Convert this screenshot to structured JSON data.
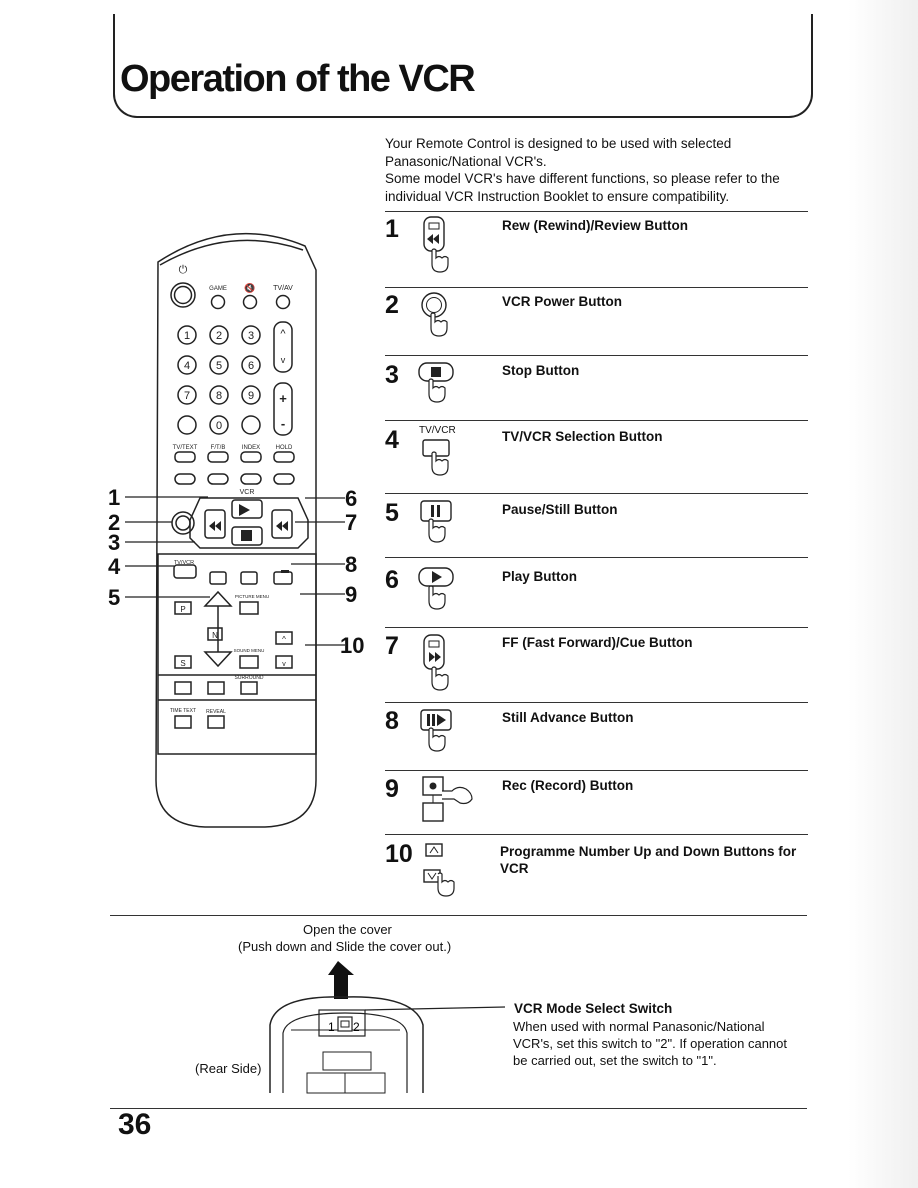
{
  "header": {
    "title": "Operation of the VCR"
  },
  "intro": {
    "paragraph1": "Your Remote Control is designed to be used with selected Panasonic/National VCR's.",
    "paragraph2": "Some model VCR's have different functions, so please refer to the individual VCR Instruction Booklet to ensure compatibility."
  },
  "remote": {
    "power_symbol": "⏻",
    "labels": {
      "game": "GAME",
      "mute": "🔇",
      "tvav": "TV/AV",
      "tvtext": "TV/TEXT",
      "fpb": "F/T/B",
      "index": "INDEX",
      "hold": "HOLD",
      "vcr": "VCR",
      "tvvcr": "TV/VCR",
      "picture_menu": "PICTURE MENU",
      "sound_menu": "SOUND MENU",
      "surround": "SURROUND",
      "time_text": "TIME TEXT",
      "reveal": "REVEAL",
      "p": "P",
      "n": "N",
      "s": "S"
    },
    "digits": [
      "1",
      "2",
      "3",
      "4",
      "5",
      "6",
      "7",
      "8",
      "9",
      "0"
    ],
    "callouts_left": [
      "1",
      "2",
      "3",
      "4",
      "5"
    ],
    "callouts_right": [
      "6",
      "7",
      "8",
      "9",
      "10"
    ]
  },
  "items": [
    {
      "number": "1",
      "label": "Rew (Rewind)/Review Button"
    },
    {
      "number": "2",
      "label": "VCR Power Button"
    },
    {
      "number": "3",
      "label": "Stop Button"
    },
    {
      "number": "4",
      "label": "TV/VCR Selection Button",
      "icon_text": "TV/VCR"
    },
    {
      "number": "5",
      "label": "Pause/Still Button"
    },
    {
      "number": "6",
      "label": "Play Button"
    },
    {
      "number": "7",
      "label": "FF (Fast Forward)/Cue Button"
    },
    {
      "number": "8",
      "label": "Still Advance Button"
    },
    {
      "number": "9",
      "label": "Rec (Record) Button"
    },
    {
      "number": "10",
      "label": "Programme Number Up and Down Buttons for VCR"
    }
  ],
  "rear": {
    "open_line1": "Open the cover",
    "open_line2": "(Push down and Slide the cover out.)",
    "rear_side": "(Rear Side)",
    "switch_title": "VCR Mode Select Switch",
    "switch_desc": "When used with normal Panasonic/National VCR's, set this switch to \"2\". If operation cannot be carried out, set the switch to \"1\".",
    "switch_1": "1",
    "switch_2": "2"
  },
  "footer": {
    "page_number": "36"
  }
}
